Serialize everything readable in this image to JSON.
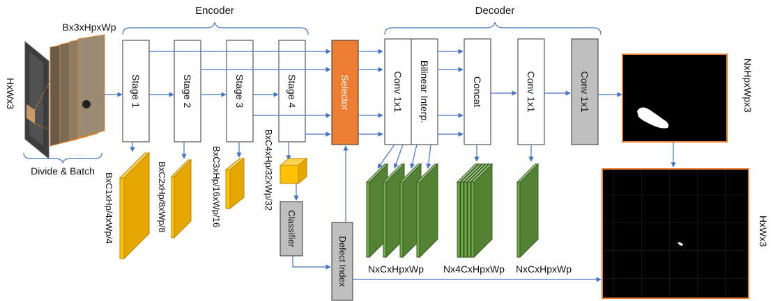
{
  "encoder": {
    "title": "Encoder",
    "input_label": "Bx3xHpxWp",
    "input_size_label": "HxWx3",
    "batch_label": "Divide & Batch",
    "stages": [
      {
        "label": "Stage 1",
        "feature": "BxC1xHp/4xWp/4"
      },
      {
        "label": "Stage 2",
        "feature": "BxC2xHp/8xWp/8"
      },
      {
        "label": "Stage 3",
        "feature": "BxC3xHp/16xWp/16"
      },
      {
        "label": "Stage 4",
        "feature": "BxC4xHp/32xWp/32"
      }
    ],
    "classifier_label": "Classifier"
  },
  "middle": {
    "selector_label": "Selector",
    "defect_index_label": "Defect Index"
  },
  "decoder": {
    "title": "Decoder",
    "conv1_label": "Conv 1x1",
    "bilinear_label": "Bilinear Interp.",
    "concat_label": "Concat",
    "conv2_label": "Conv 1x1",
    "conv3_label": "Conv 1x1",
    "tensor1_label": "NxCxHpxWp",
    "tensor2_label": "Nx4CxHpxWp",
    "tensor3_label": "NxCxHpxWp"
  },
  "outputs": {
    "patch_label": "NxHpxWpx3",
    "full_label": "HxWx3"
  },
  "colors": {
    "selector": "#ed7d31",
    "conv_final": "#bfbfbf",
    "feature": "#ffc000",
    "green": "#70ad47",
    "arrow": "#4472c4",
    "output_border": "#ed7d31"
  }
}
